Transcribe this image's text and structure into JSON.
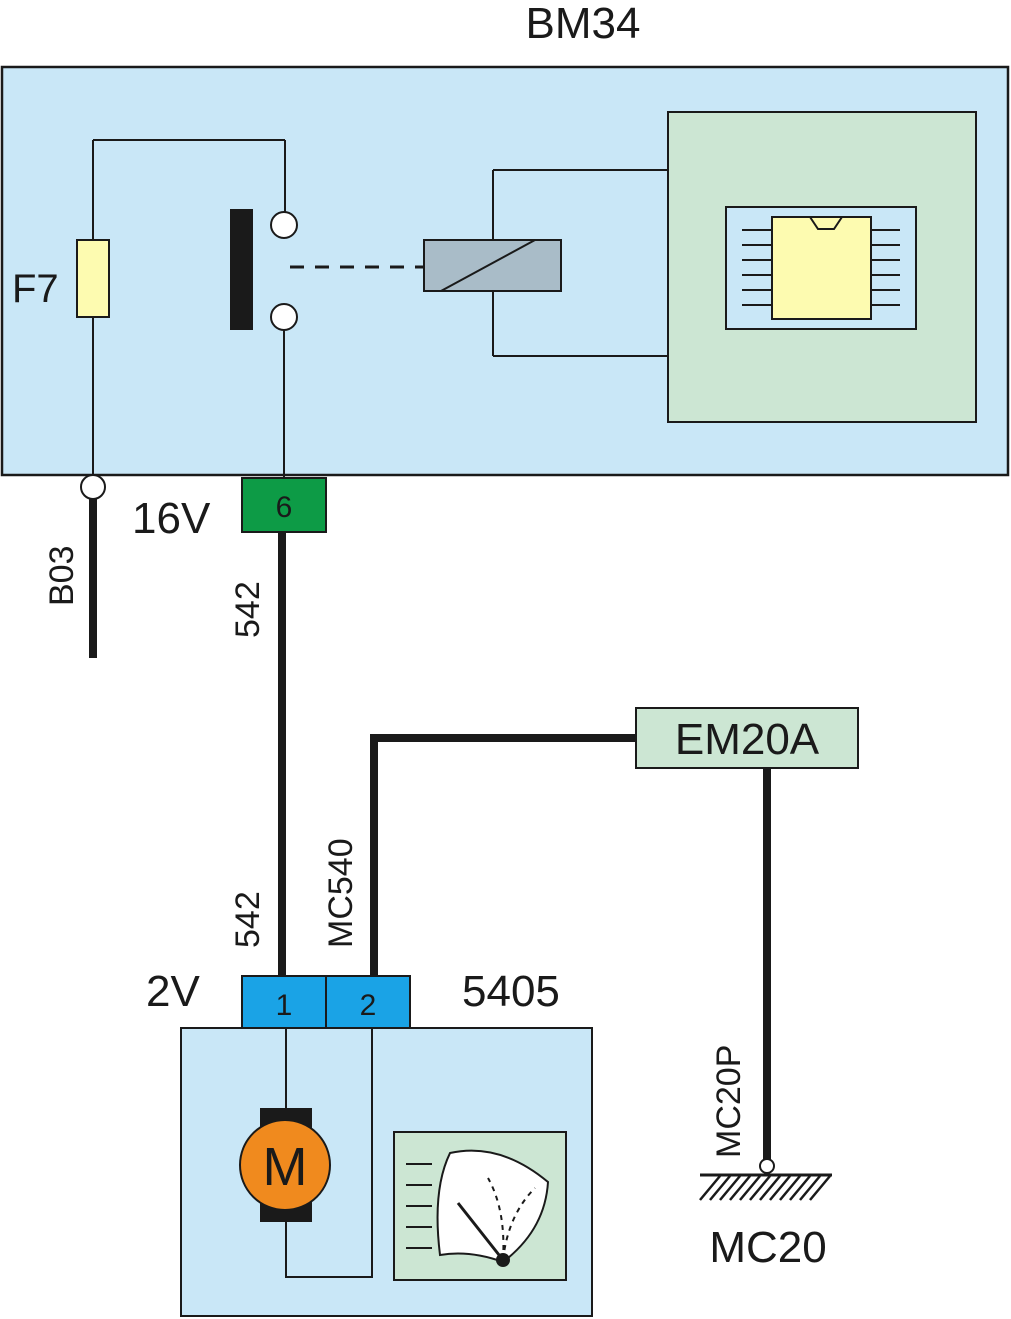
{
  "colors": {
    "module_fill": "#c9e7f7",
    "inner_green": "#cce6d3",
    "pin_green": "#0d9b46",
    "pin_blue": "#1aa3e6",
    "fuse": "#fdfbb0",
    "chip": "#fdfbb0",
    "relay_coil": "#a9bcc8",
    "motor": "#f08a1e",
    "wire": "#1a1a1a"
  },
  "labels": {
    "bm34": "BM34",
    "fuse": "F7",
    "b03": "B03",
    "v16": "16V",
    "pin6": "6",
    "wire542_upper": "542",
    "wire542_lower": "542",
    "mc540": "MC540",
    "em20a": "EM20A",
    "mc20p": "MC20P",
    "mc20": "MC20",
    "v2": "2V",
    "pin1": "1",
    "pin2": "2",
    "c5405": "5405",
    "motor": "M"
  }
}
